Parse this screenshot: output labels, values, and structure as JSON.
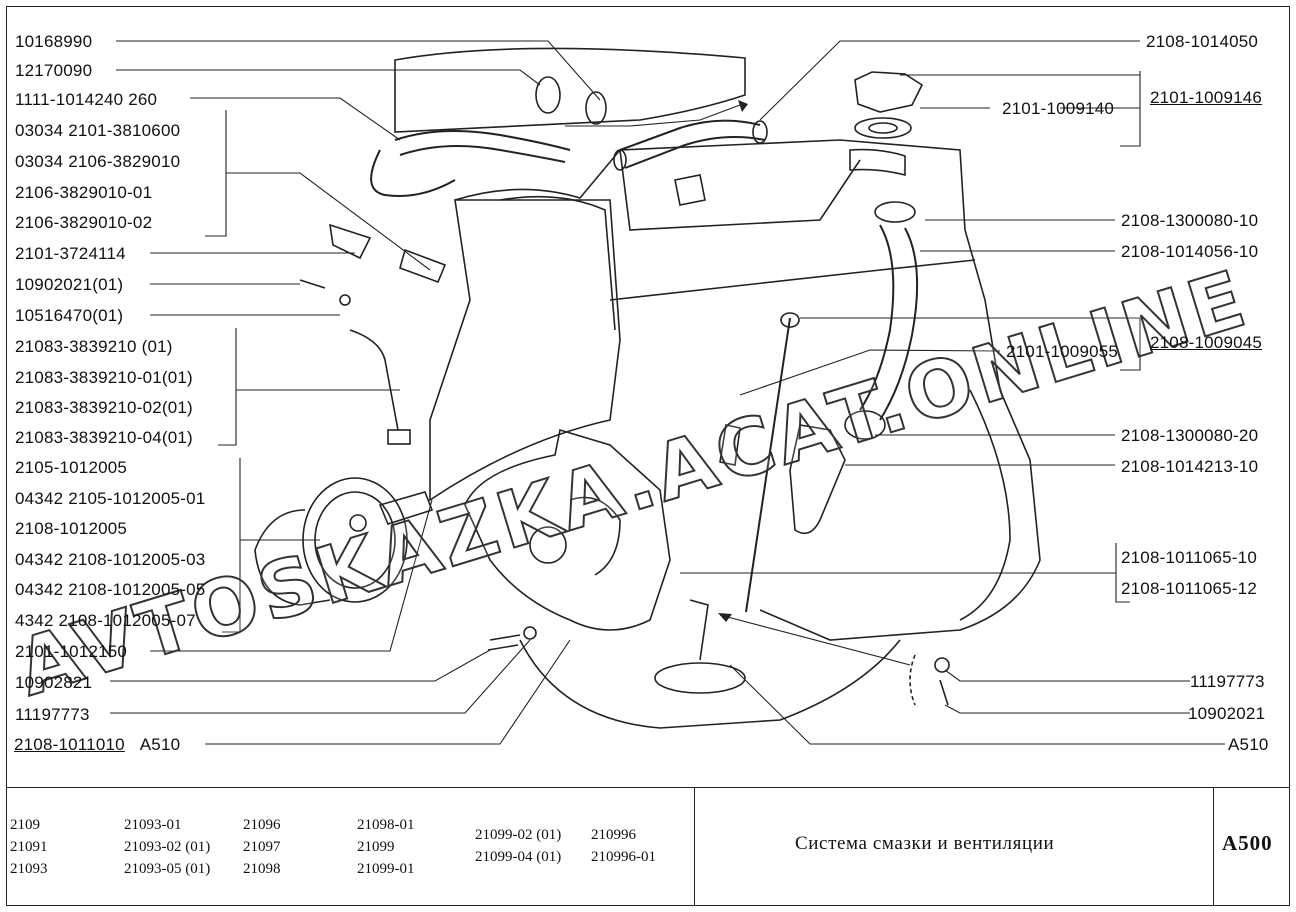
{
  "labels_left": [
    "10168990",
    "12170090",
    "1111-1014240  260",
    "03034 2101-3810600",
    "03034 2106-3829010",
    "2106-3829010-01",
    "2106-3829010-02",
    "2101-3724114",
    "10902021(01)",
    "10516470(01)",
    "21083-3839210      (01)",
    "21083-3839210-01(01)",
    "21083-3839210-02(01)",
    "21083-3839210-04(01)",
    "2105-1012005",
    "04342 2105-1012005-01",
    "2108-1012005",
    "04342 2108-1012005-03",
    "04342 2108-1012005-05",
    "4342   2108-1012005-07",
    "2101-1012150",
    "10902821",
    "11197773"
  ],
  "label_bottom_left": {
    "part": "2108-1011010",
    "ref": "A510"
  },
  "labels_right": [
    "2108-1014050",
    "2101-1009140",
    "2108-1300080-10",
    "2108-1014056-10",
    "2101-1009055",
    "2108-1300080-20",
    "2108-1014213-10",
    "2108-1011065-10",
    "2108-1011065-12",
    "11197773",
    "10902021",
    "A510"
  ],
  "labels_right_group": [
    "2101-1009146",
    "2108-1009045"
  ],
  "watermark": "AVTOSKAZKA.ACAT.ONLINE",
  "models": {
    "col1": [
      "2109",
      "21091",
      "21093"
    ],
    "col2": [
      "21093-01",
      "21093-02 (01)",
      "21093-05 (01)"
    ],
    "col3": [
      "21096",
      "21097",
      "21098"
    ],
    "col4": [
      "21098-01",
      "21099",
      "21099-01"
    ],
    "col5": [
      "21099-02 (01)",
      "21099-04 (01)"
    ],
    "col6": [
      "210996",
      "210996-01"
    ]
  },
  "title": "Система смазки и вентиляции",
  "sheet_code": "A500"
}
